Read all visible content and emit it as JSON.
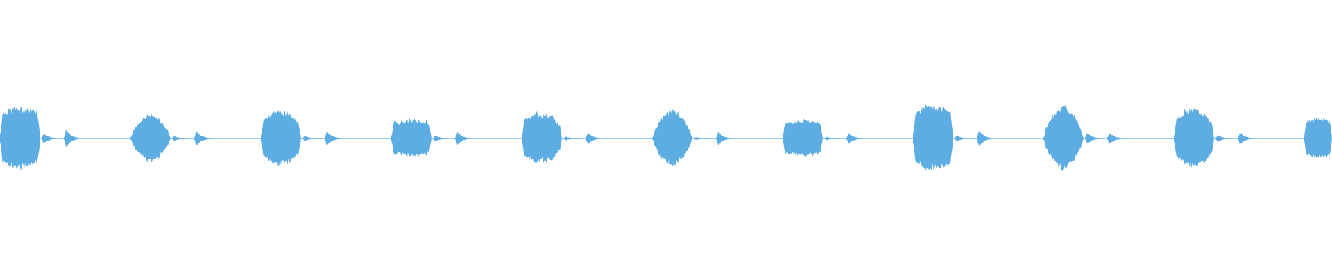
{
  "waveform": {
    "color": "#5dade2",
    "background": "#ffffff",
    "baseline_color": "#5dade2",
    "bursts": [
      {
        "main_peak": 0.94,
        "main_env": "flat",
        "tail1_peak": 0.17,
        "tail2_peak": 0.28
      },
      {
        "main_peak": 0.72,
        "main_env": "hump",
        "tail1_peak": 0.08,
        "tail2_peak": 0.26
      },
      {
        "main_peak": 0.92,
        "main_env": "rise",
        "tail1_peak": 0.09,
        "tail2_peak": 0.24
      },
      {
        "main_peak": 0.56,
        "main_env": "flat",
        "tail1_peak": 0.1,
        "tail2_peak": 0.21
      },
      {
        "main_peak": 0.83,
        "main_env": "rise",
        "tail1_peak": 0.06,
        "tail2_peak": 0.19
      },
      {
        "main_peak": 0.84,
        "main_env": "hump",
        "tail1_peak": 0.05,
        "tail2_peak": 0.21
      },
      {
        "main_peak": 0.56,
        "main_env": "flat",
        "tail1_peak": 0.05,
        "tail2_peak": 0.18
      },
      {
        "main_peak": 0.99,
        "main_env": "flat",
        "tail1_peak": 0.09,
        "tail2_peak": 0.26
      },
      {
        "main_peak": 0.95,
        "main_env": "hump",
        "tail1_peak": 0.17,
        "tail2_peak": 0.19
      },
      {
        "main_peak": 0.97,
        "main_env": "rise",
        "tail1_peak": 0.11,
        "tail2_peak": 0.19
      },
      {
        "main_peak": 0.6,
        "main_env": "flat",
        "tail1_peak": 0.0,
        "tail2_peak": 0.0
      }
    ]
  }
}
